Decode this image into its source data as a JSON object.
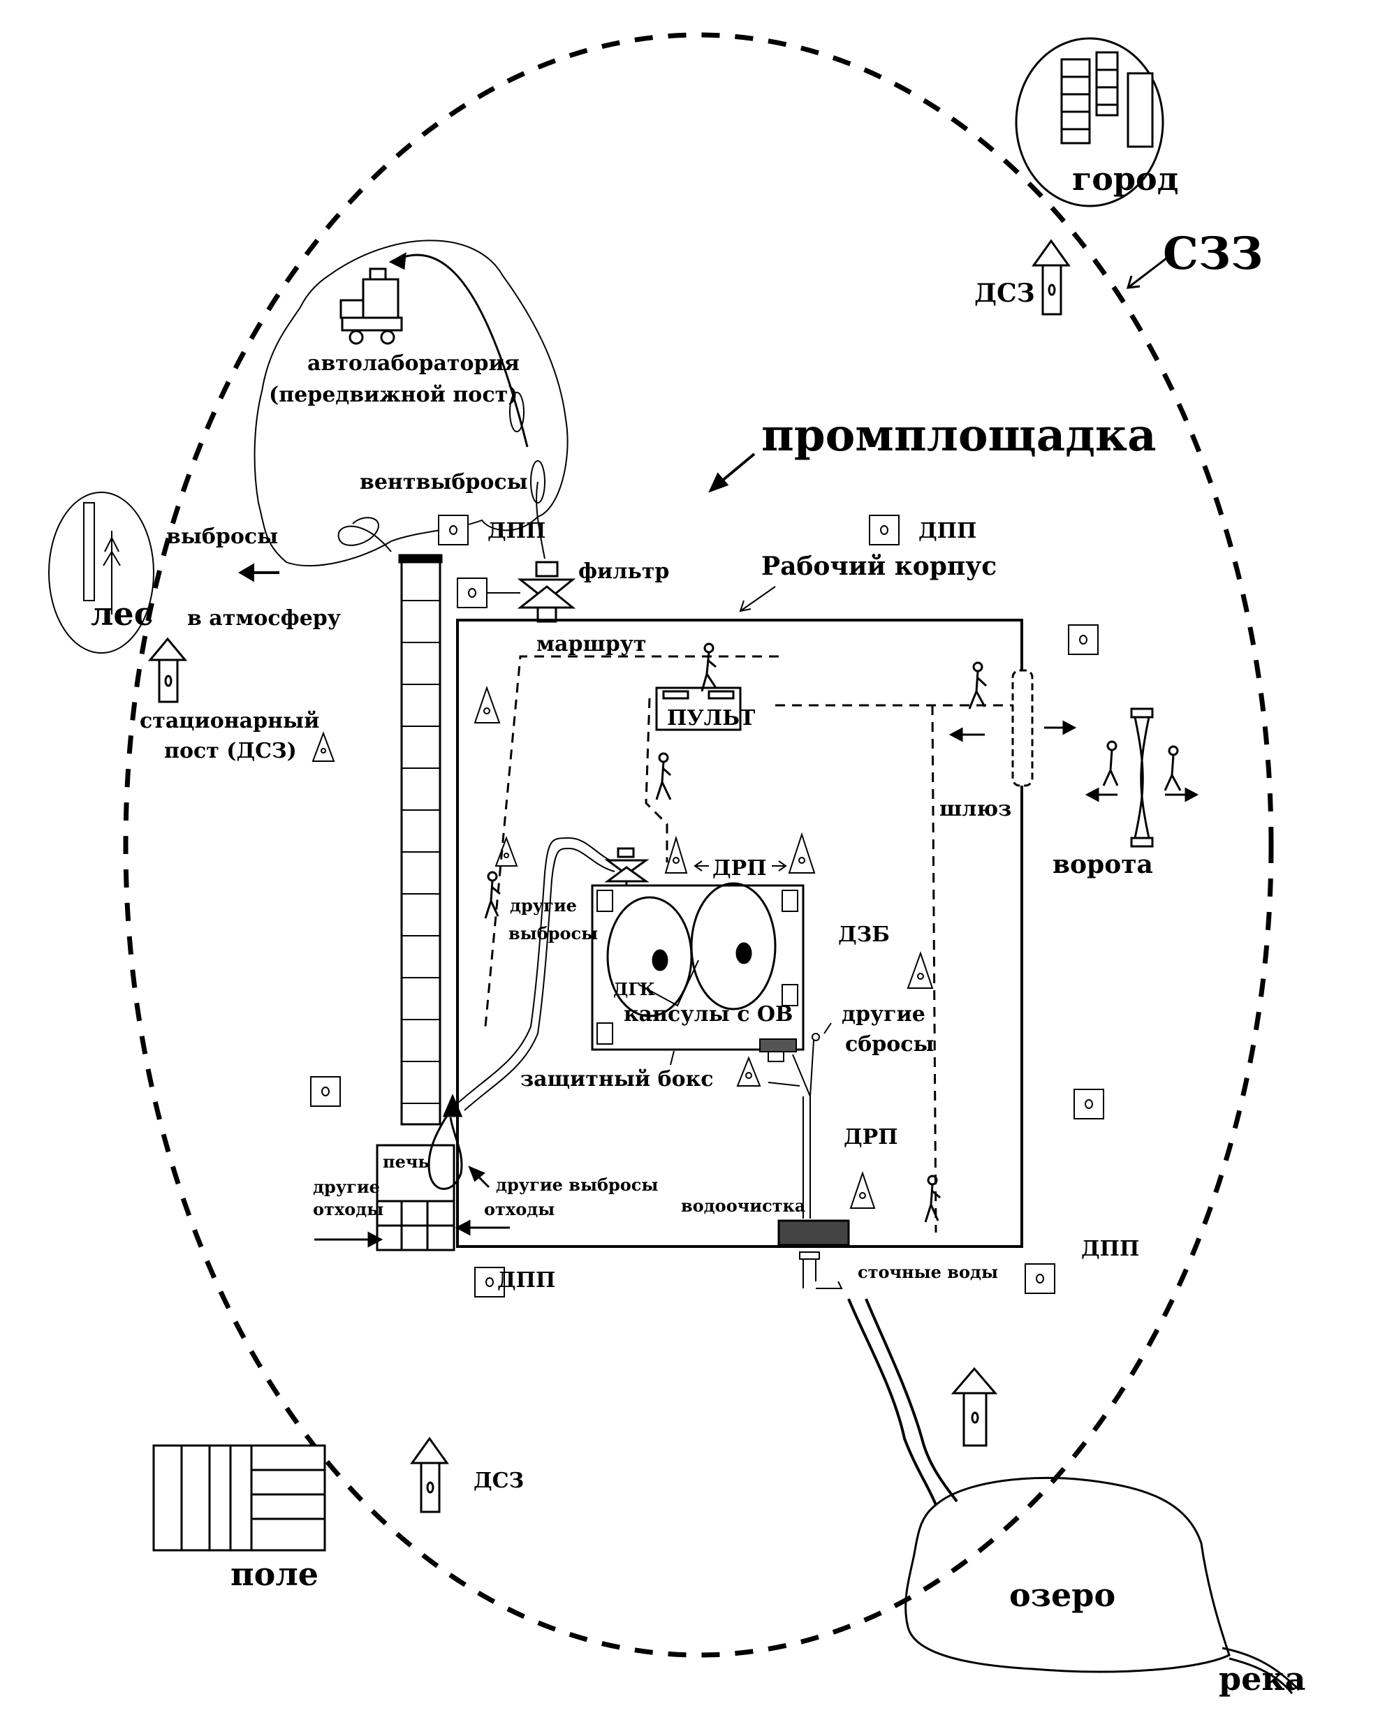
{
  "labels": {
    "city": "город",
    "szz": "СЗЗ",
    "dsz_top": "ДСЗ",
    "mobile_lab_1": "автолаборатория",
    "mobile_lab_2": "(передвижной пост)",
    "industrial_site": "промплощадка",
    "vent_emissions": "вентвыбросы",
    "emissions": "выбросы",
    "to_atmosphere": "в атмосферу",
    "forest": "лес",
    "dpp_1": "ДПП",
    "dpp_2": "ДПП",
    "dpp_3": "ДПП",
    "dpp_4": "ДПП",
    "filter": "фильтр",
    "work_building": "Рабочий корпус",
    "route": "маршрут",
    "control_panel": "ПУЛЬТ",
    "stationary_post_1": "стационарный",
    "stationary_post_2": "пост (ДСЗ)",
    "airlock": "шлюз",
    "gate": "ворота",
    "drp_1": "ДРП",
    "drp_2": "ДРП",
    "other_emissions_1": "другие",
    "other_emissions_2": "выбросы",
    "dgk": "ДГК",
    "capsules": "капсулы с ОВ",
    "dzb": "ДЗБ",
    "other_discharges_1": "другие",
    "other_discharges_2": "сбросы",
    "protective_box": "защитный бокс",
    "furnace": "печь",
    "other_waste_1": "другие",
    "other_waste_2": "отходы",
    "other_emissions_waste_1": "другие выбросы",
    "other_emissions_waste_2": "отходы",
    "water_treatment": "водоочистка",
    "wastewater": "сточные воды",
    "dsz_bottom": "ДСЗ",
    "field": "поле",
    "lake": "озеро",
    "river": "река"
  }
}
